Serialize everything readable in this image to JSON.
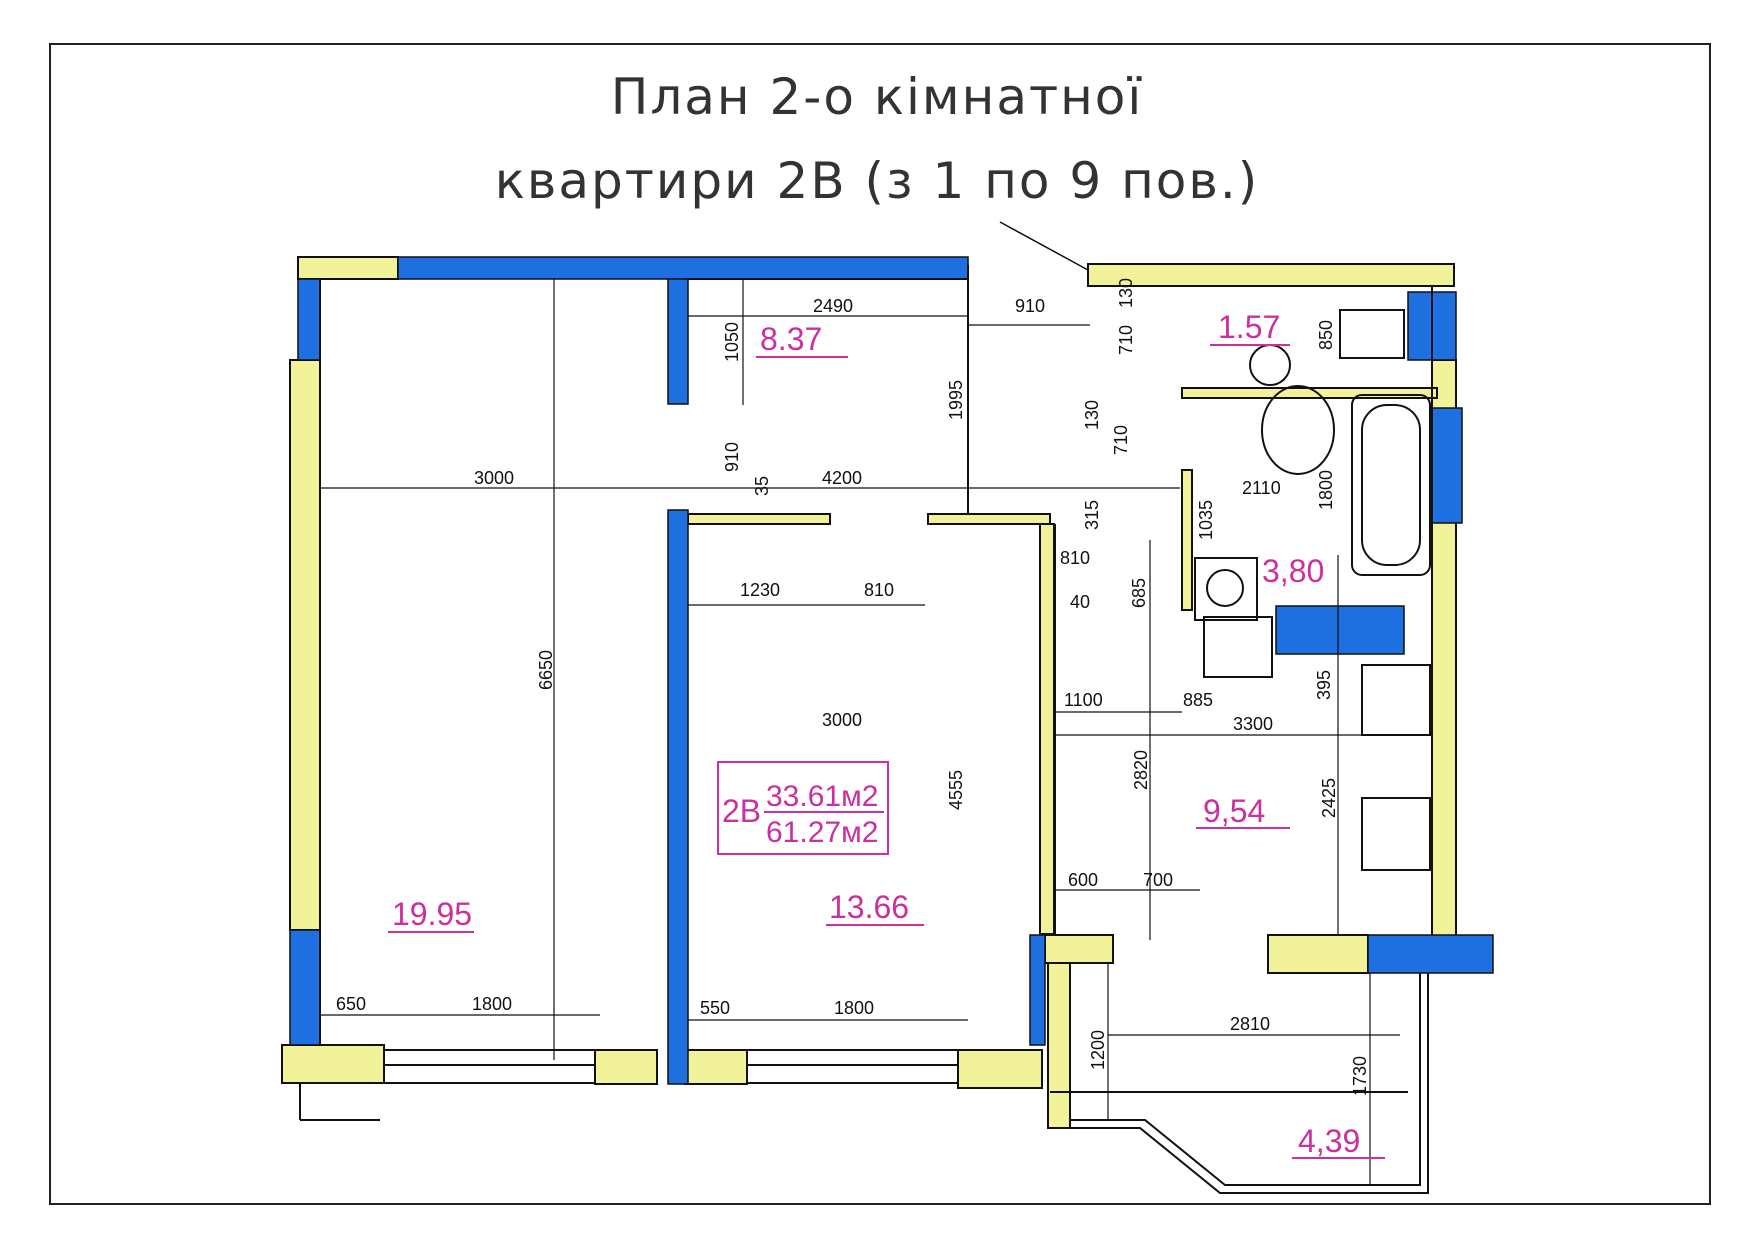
{
  "title": {
    "line1": "План 2-о кімнатної",
    "line2": "квартири 2В (з 1 по 9 пов.)"
  },
  "apartment": {
    "code": "2В",
    "living_area": "33.61м2",
    "total_area": "61.27м2"
  },
  "rooms": [
    {
      "key": "room_1",
      "area": "19.95"
    },
    {
      "key": "room_2",
      "area": "13.66"
    },
    {
      "key": "hall",
      "area": "8.37"
    },
    {
      "key": "toilet",
      "area": "1.57"
    },
    {
      "key": "bathroom",
      "area": "3,80"
    },
    {
      "key": "kitchen",
      "area": "9,54"
    },
    {
      "key": "loggia",
      "area": "4,39"
    }
  ],
  "dimensions": [
    "2490",
    "910",
    "130",
    "710",
    "850",
    "1050",
    "1995",
    "130",
    "710",
    "910",
    "35",
    "3000",
    "4200",
    "2110",
    "1800",
    "315",
    "1035",
    "1230",
    "810",
    "810",
    "40",
    "685",
    "6650",
    "1100",
    "885",
    "395",
    "3000",
    "3300",
    "2820",
    "2425",
    "4555",
    "600",
    "700",
    "650",
    "1800",
    "550",
    "1800",
    "2810",
    "1200",
    "1730"
  ],
  "colors": {
    "wall_bearing": "#1e6fe0",
    "wall_partition": "#f2f29a",
    "outline": "#111111",
    "area_label": "#cc2f9e"
  }
}
